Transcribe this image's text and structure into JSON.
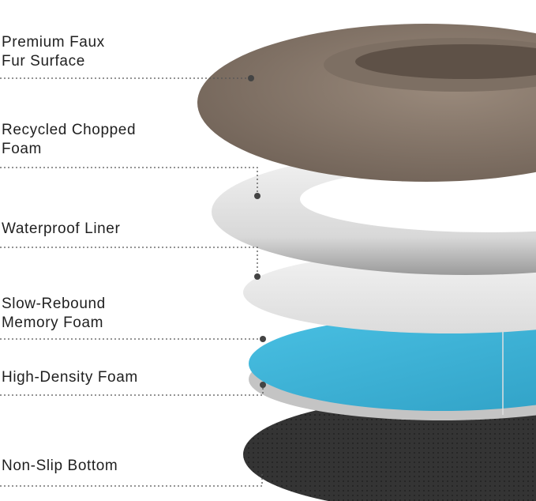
{
  "layers": [
    {
      "label_line1": "Premium Faux",
      "label_line2": "Fur Surface",
      "color": "#8a7a6c"
    },
    {
      "label_line1": "Recycled Chopped",
      "label_line2": "Foam",
      "color": "#d9d9d9"
    },
    {
      "label_line1": "Waterproof Liner",
      "label_line2": "",
      "color": "#ececec"
    },
    {
      "label_line1": "Slow-Rebound",
      "label_line2": "Memory Foam",
      "color": "#3fb3d6"
    },
    {
      "label_line1": "High-Density Foam",
      "label_line2": "",
      "color": "#bdbdbd"
    },
    {
      "label_line1": "Non-Slip Bottom",
      "label_line2": "",
      "color": "#2f2f2f"
    }
  ]
}
